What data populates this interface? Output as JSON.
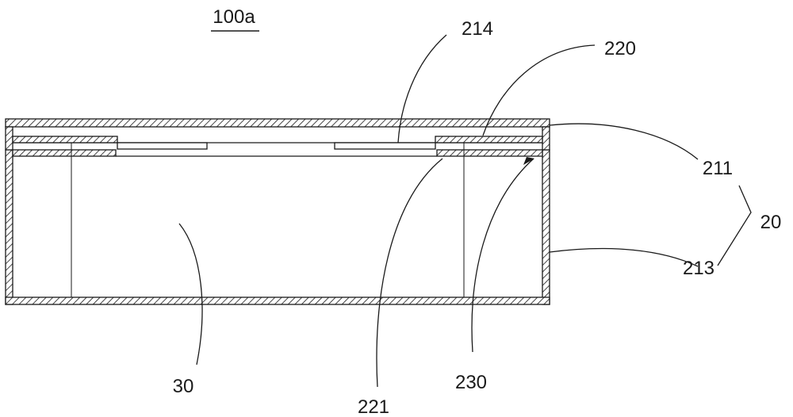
{
  "figure_label": "100a",
  "reference_numerals": {
    "r214": "214",
    "r220": "220",
    "r211": "211",
    "r20": "20",
    "r213": "213",
    "r30": "30",
    "r221": "221",
    "r230": "230"
  }
}
